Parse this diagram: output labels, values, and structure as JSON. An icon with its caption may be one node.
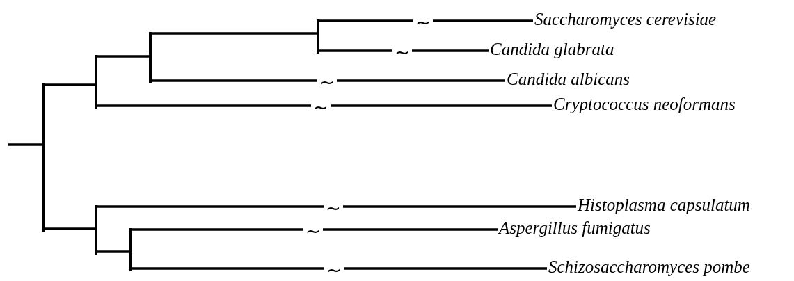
{
  "diagram": {
    "nodes": [
      {
        "text": [],
        "shape": "bar"
      },
      {
        "text": [],
        "shape": "bar"
      },
      {
        "text": [],
        "shape": "bar"
      },
      {
        "text": [],
        "shape": "bar"
      },
      {
        "text": [
          "Saccharomyces cerevisiae"
        ]
      },
      {
        "text": [
          "Candida glabrata"
        ]
      },
      {
        "text": [
          "Candida albicans"
        ]
      },
      {
        "text": [
          "Cryptococcus neoformans"
        ]
      },
      {
        "text": [],
        "shape": "bar"
      },
      {
        "text": [
          "Histoplasma capsulatum"
        ]
      },
      {
        "text": [],
        "shape": "bar"
      },
      {
        "text": [
          "Aspergillus fumigatus"
        ]
      },
      {
        "text": [
          "Schizosaccharomyces pombe"
        ]
      }
    ],
    "edges": [
      {
        "from": null,
        "to": 0,
        "arrow": "none"
      },
      {
        "from": 0,
        "to": 1,
        "arrow": "none"
      },
      {
        "from": 1,
        "to": 2,
        "arrow": "none"
      },
      {
        "from": 2,
        "to": 3,
        "arrow": "none"
      },
      {
        "from": 3,
        "to": 4,
        "arrow": "none",
        "label": "~"
      },
      {
        "from": 3,
        "to": 5,
        "arrow": "none",
        "label": "~"
      },
      {
        "from": 2,
        "to": 6,
        "arrow": "none",
        "label": "~"
      },
      {
        "from": 1,
        "to": 7,
        "arrow": "none",
        "label": "~"
      },
      {
        "from": 0,
        "to": 8,
        "arrow": "none"
      },
      {
        "from": 8,
        "to": 9,
        "arrow": "none",
        "label": "~"
      },
      {
        "from": 8,
        "to": 10,
        "arrow": "none"
      },
      {
        "from": 10,
        "to": 11,
        "arrow": "none",
        "label": "~"
      },
      {
        "from": 10,
        "to": 12,
        "arrow": "none",
        "label": "~"
      }
    ]
  }
}
